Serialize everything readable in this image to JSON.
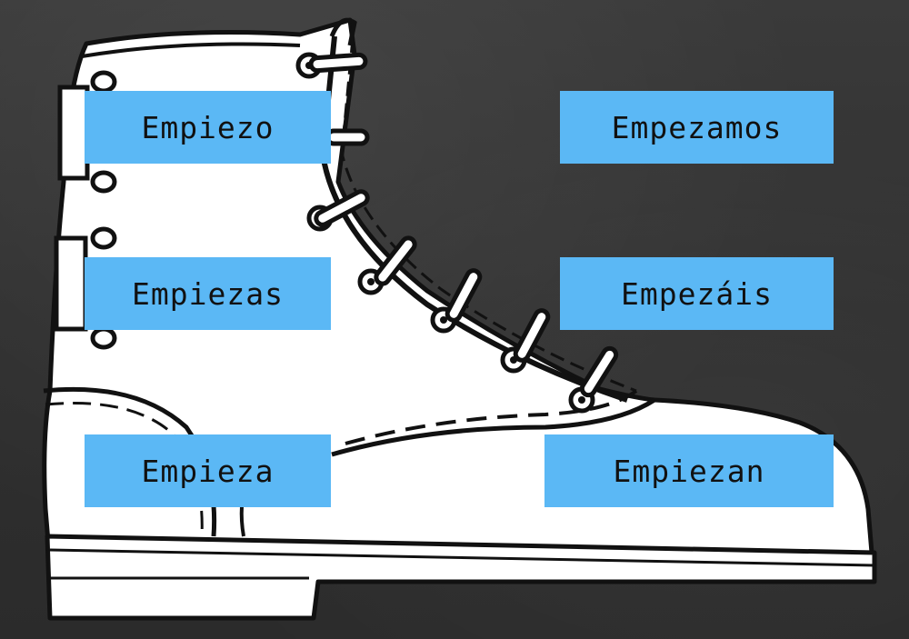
{
  "colors": {
    "chalkboard": "#333333",
    "boot_fill": "#ffffff",
    "boot_outline": "#111111",
    "label_box": "#5bb8f5",
    "label_text": "#111111"
  },
  "illustration": "boot-icon",
  "conjugations": {
    "yo": "Empiezo",
    "tu": "Empiezas",
    "el": "Empieza",
    "nosotros": "Empezamos",
    "vosotros": "Empezáis",
    "ellos": "Empiezan"
  }
}
